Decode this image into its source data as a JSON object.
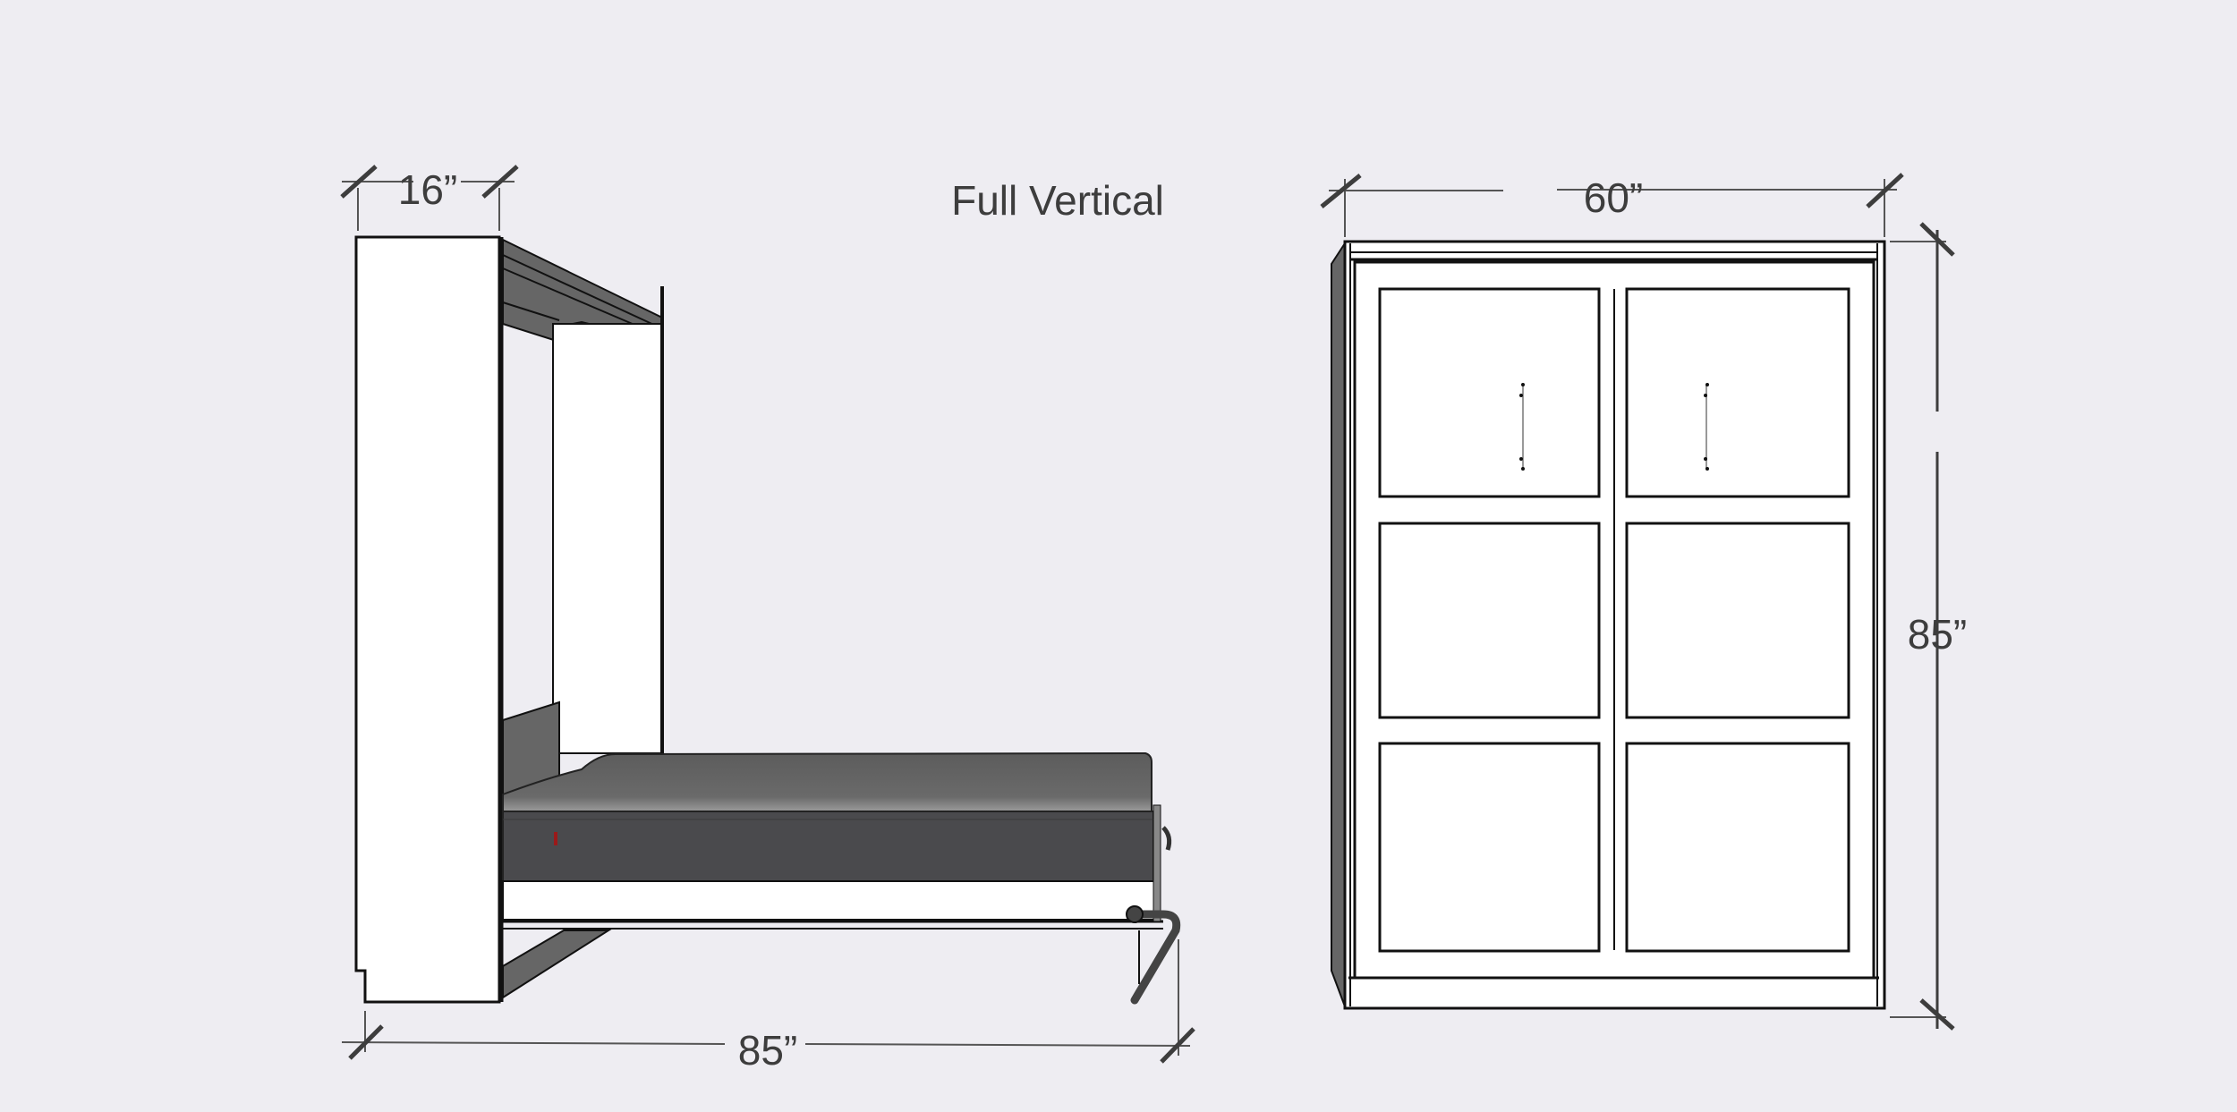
{
  "title": "Full Vertical",
  "side_view": {
    "depth_label": "16”",
    "open_length_label": "85”"
  },
  "front_view": {
    "width_label": "60”",
    "height_label": "85”",
    "door_panels": 6,
    "handles": 2
  },
  "colors": {
    "background": "#eeedf2",
    "cabinet": "#ffffff",
    "outline": "#111111",
    "shadow": "#666666",
    "mattress_top": "#5f5f5f",
    "mattress_side": "#4a4a4d",
    "dimension": "#3d3d3d",
    "tag": "#9a1a1a"
  }
}
